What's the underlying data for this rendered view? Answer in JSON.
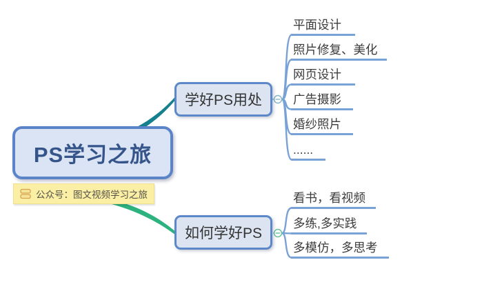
{
  "root": {
    "title": "PS学习之旅"
  },
  "note_label": {
    "text": "公众号：图文视频学习之旅"
  },
  "branches": [
    {
      "label": "学好PS用处",
      "line_color": "#17808e",
      "toggle": "collapsed-minus",
      "children": [
        "平面设计",
        "照片修复、美化",
        "网页设计",
        "广告摄影",
        "婚纱照片",
        "......"
      ]
    },
    {
      "label": "如何学好PS",
      "line_color": "#2cb27e",
      "toggle": "collapsed-minus",
      "children": [
        "看书，看视频",
        "多练,多实践",
        "多模仿，多思考"
      ]
    }
  ],
  "colors": {
    "canvas_bg": "#ffffff",
    "root_fill": "#dae4f5",
    "root_border": "#5b84c8",
    "root_text": "#35548a",
    "node_fill": "#dce4f1",
    "node_border": "#5c88ca",
    "node_text": "#333333",
    "child_line": "#78a2d6",
    "child_text": "#3c3c3c",
    "branch1_line": "#17808e",
    "branch2_line": "#2cb27e",
    "toggle1_stroke": "#85b7c6",
    "toggle2_stroke": "#66c29e",
    "label_bg": "#fbefa5",
    "label_icon": "#d4a452",
    "label_text": "#56524a"
  }
}
